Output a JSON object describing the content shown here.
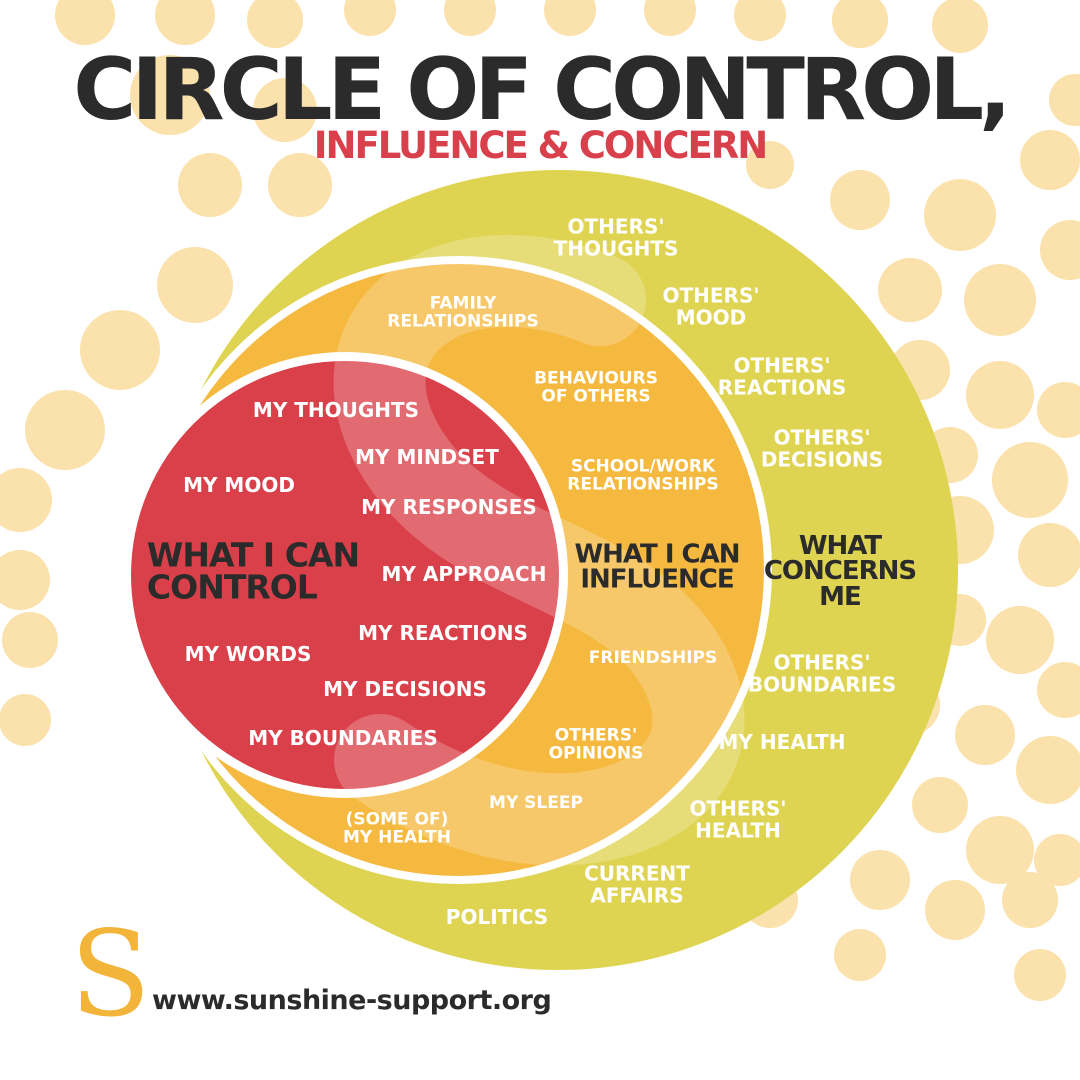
{
  "title": "CIRCLE OF CONTROL,",
  "subtitle": "INFLUENCE & CONCERN",
  "colors": {
    "dots": "#fbe1ab",
    "concern_ring": "#dfd452",
    "influence_ring": "#f5b940",
    "control_circle": "#da404a",
    "title": "#2b2b2b",
    "subtitle": "#d8404b"
  },
  "control": {
    "heading": "WHAT I CAN\nCONTROL",
    "items": [
      "MY THOUGHTS",
      "MY MINDSET",
      "MY MOOD",
      "MY RESPONSES",
      "MY APPROACH",
      "MY REACTIONS",
      "MY WORDS",
      "MY DECISIONS",
      "MY BOUNDARIES"
    ]
  },
  "influence": {
    "heading": "WHAT I CAN\nINFLUENCE",
    "items": [
      "FAMILY\nRELATIONSHIPS",
      "BEHAVIOURS\nOF OTHERS",
      "SCHOOL/WORK\nRELATIONSHIPS",
      "FRIENDSHIPS",
      "OTHERS'\nOPINIONS",
      "MY SLEEP",
      "(SOME OF)\nMY HEALTH"
    ]
  },
  "concern": {
    "heading": "WHAT\nCONCERNS\nME",
    "items": [
      "OTHERS'\nTHOUGHTS",
      "OTHERS'\nMOOD",
      "OTHERS'\nREACTIONS",
      "OTHERS'\nDECISIONS",
      "OTHERS'\nBOUNDARIES",
      "MY HEALTH",
      "OTHERS'\nHEALTH",
      "CURRENT\nAFFAIRS",
      "POLITICS"
    ]
  },
  "logo": {
    "letter": "S",
    "url": "www.sunshine-support.org"
  }
}
